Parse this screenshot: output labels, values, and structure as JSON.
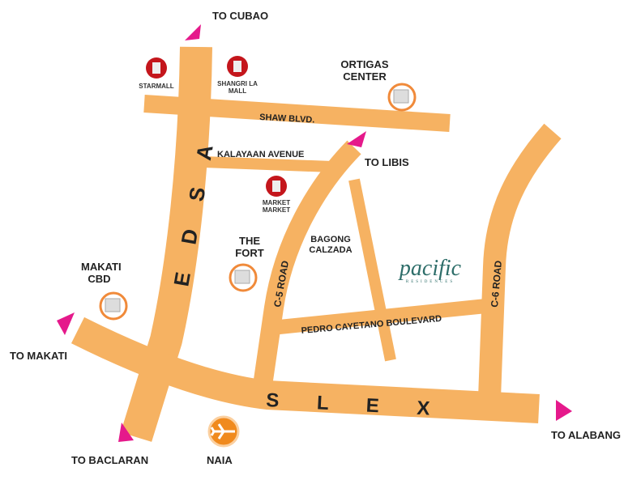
{
  "colors": {
    "road": "#F6B262",
    "arrow": "#E5198B",
    "mall": "#C4161C",
    "building_ring": "#F08A3A",
    "logo": "#2E6E6A"
  },
  "roads": {
    "edsa": "E D S A",
    "slex": "S L E X",
    "shaw": "SHAW BLVD.",
    "kalayaan": "KALAYAAN AVENUE",
    "c5": "C-5 ROAD",
    "c6": "C-6 ROAD",
    "pedro": "PEDRO CAYETANO BOULEVARD",
    "bagong": "BAGONG CALZADA"
  },
  "destinations": {
    "cubao": "TO CUBAO",
    "libis": "TO LIBIS",
    "makati": "TO MAKATI",
    "baclaran": "TO BACLARAN",
    "alabang": "TO ALABANG"
  },
  "landmarks": {
    "starmall": "STARMALL",
    "shangrila": "SHANGRI LA MALL",
    "market": "MARKET MARKET",
    "ortigas": "ORTIGAS CENTER",
    "fort": "THE FORT",
    "makati_cbd": "MAKATI CBD",
    "naia": "NAIA"
  },
  "logo": {
    "name": "pacific",
    "tagline": "RESIDENCES"
  }
}
